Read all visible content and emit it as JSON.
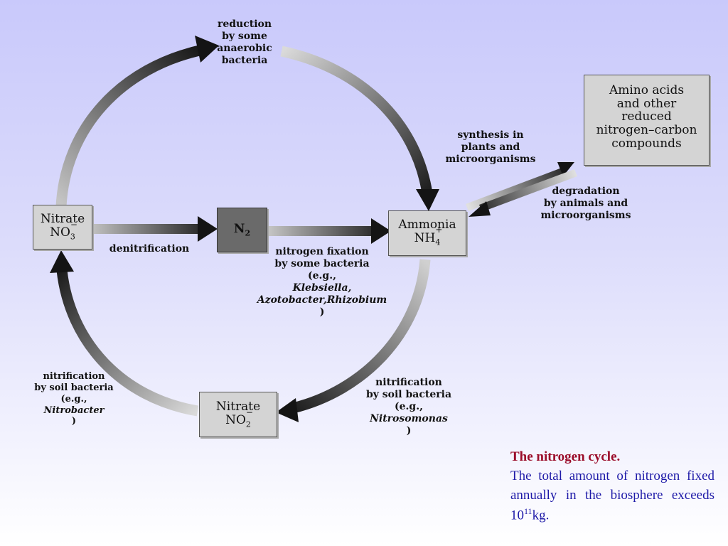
{
  "nodes": {
    "nitrate_left": {
      "name": "Nitrate",
      "formula": "NO",
      "sub": "3",
      "charge": "−"
    },
    "n2": {
      "formula": "N",
      "sub": "2"
    },
    "ammonia": {
      "name": "Ammonia",
      "formula": "NH",
      "sub": "4",
      "charge": "+"
    },
    "nitrite": {
      "name": "Nitrate",
      "formula": "NO",
      "sub": "2",
      "charge": "−"
    },
    "amino": {
      "lines": [
        "Amino acids",
        "and other",
        "reduced",
        "nitrogen–carbon",
        "compounds"
      ]
    }
  },
  "labels": {
    "reduction": [
      "reduction",
      "by some",
      "anaerobic",
      "bacteria"
    ],
    "synthesis": [
      "synthesis in",
      "plants and",
      "microorganisms"
    ],
    "degradation": [
      "degradation",
      "by animals and",
      "microorganisms"
    ],
    "denitrification": "denitrification",
    "fixation": {
      "line1": "nitrogen fixation",
      "line2": "by some bacteria",
      "line3_prefix": "(e.g., ",
      "line3_italic": "Klebsiella,",
      "line4_italic": "Azotobacter,Rhizobium",
      "line4_suffix": ")"
    },
    "nitrif_right": {
      "line1": "nitrification",
      "line2": "by soil bacteria",
      "line3_prefix": "(e.g., ",
      "line3_italic": "Nitrosomonas",
      "line3_suffix": ")"
    },
    "nitrif_left": {
      "line1": "nitrification",
      "line2": "by soil bacteria",
      "line3_prefix": "(e.g., ",
      "line3_italic": "Nitrobacter",
      "line3_suffix": ")"
    }
  },
  "caption": {
    "title": "The nitrogen cycle.",
    "text_prefix": "The total amount of nitrogen fixed annually in the biosphere exceeds 10",
    "text_exp": "11",
    "text_suffix": "kg."
  },
  "colors": {
    "caption_title": "#9b0d2a",
    "caption_text": "#1e1aa8",
    "box_fill": "#d4d4d4",
    "n2_fill": "#6a6a6a"
  }
}
